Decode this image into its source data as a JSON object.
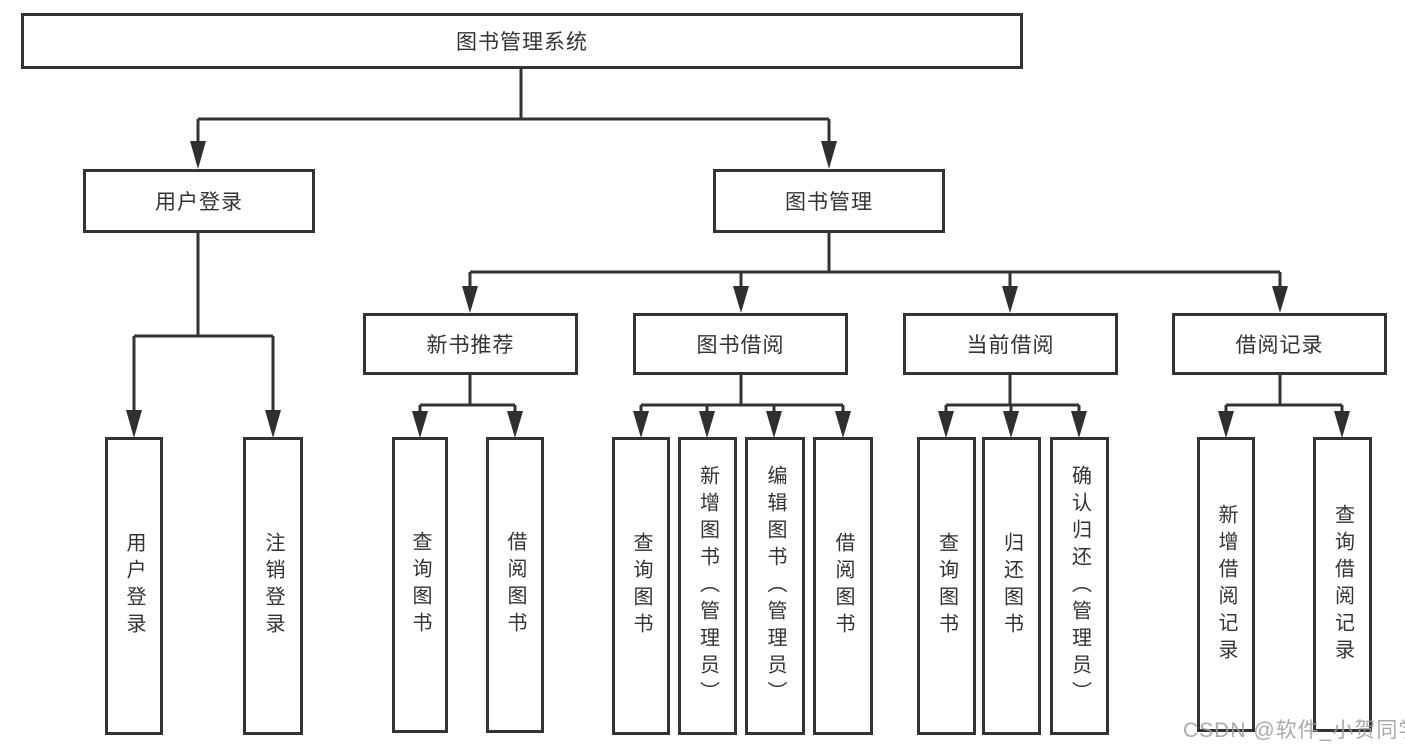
{
  "diagram": {
    "root": {
      "label": "图书管理系统"
    },
    "level2": {
      "user_login": {
        "label": "用户登录"
      },
      "book_mgmt": {
        "label": "图书管理"
      }
    },
    "user_login_children": [
      "用户登录",
      "注销登录"
    ],
    "mgmt_groups": [
      {
        "label": "新书推荐",
        "children": [
          "查询图书",
          "借阅图书"
        ]
      },
      {
        "label": "图书借阅",
        "children": [
          "查询图书",
          "新增图书（管理员）",
          "编辑图书（管理员）",
          "借阅图书"
        ]
      },
      {
        "label": "当前借阅",
        "children": [
          "查询图书",
          "归还图书",
          "确认归还（管理员）"
        ]
      },
      {
        "label": "借阅记录",
        "children": [
          "新增借阅记录",
          "查询借阅记录"
        ]
      }
    ],
    "colors": {
      "line": "#333333",
      "text": "#333333",
      "watermark": "#9e9e9e",
      "background": "#ffffff"
    },
    "watermark": "CSDN @软件_小贺同学"
  }
}
